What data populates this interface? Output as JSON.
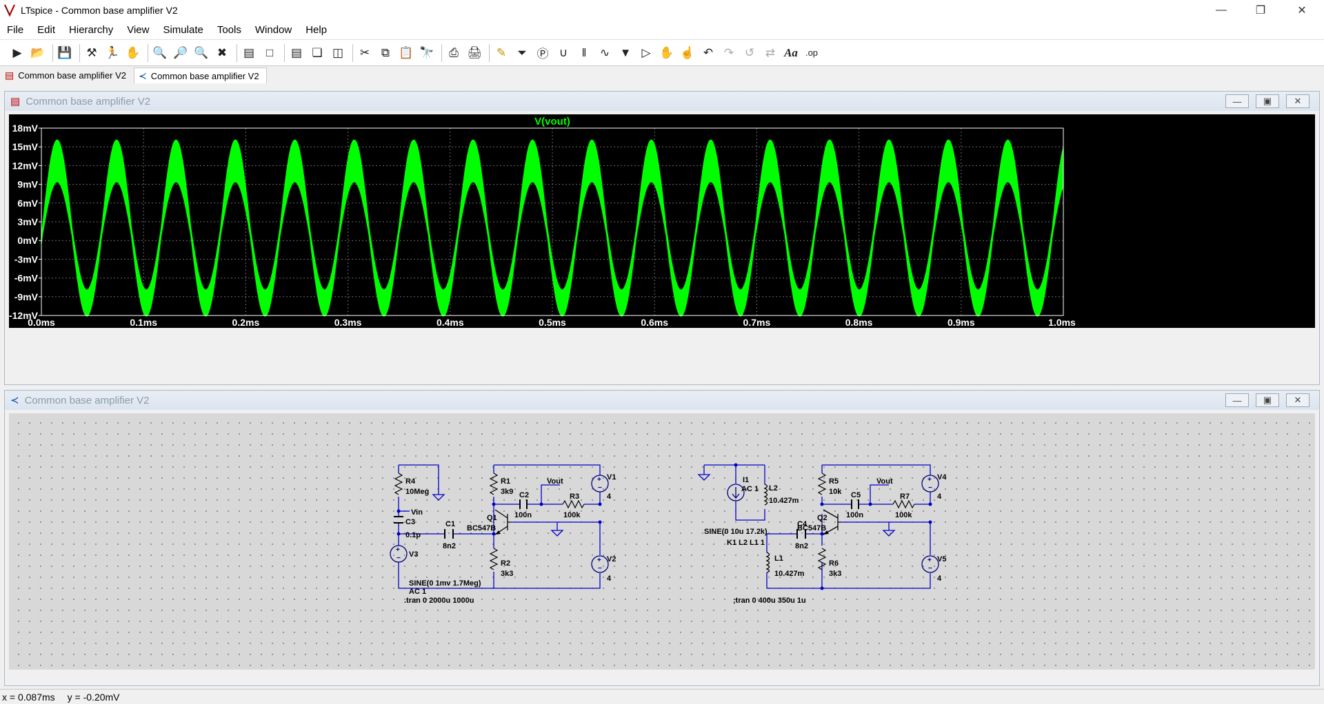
{
  "window": {
    "title": "LTspice - Common base amplifier V2"
  },
  "menu": [
    "File",
    "Edit",
    "Hierarchy",
    "View",
    "Simulate",
    "Tools",
    "Window",
    "Help"
  ],
  "toolbar": {
    "icons": [
      "run-icon",
      "open-icon",
      "save-icon",
      "control-panel-icon",
      "halt-icon",
      "pan-hand-icon",
      "zoom-in-icon",
      "zoom-back-icon",
      "zoom-out-icon",
      "zoom-fit-icon",
      "autorange-icon",
      "plot-settings-icon",
      "tile-horizontal-icon",
      "cascade-icon",
      "tile-vertical-icon",
      "cut-icon",
      "copy-icon",
      "paste-icon",
      "find-icon",
      "print-setup-icon",
      "print-icon",
      "draw-wire-icon",
      "ground-icon",
      "label-net-icon",
      "resistor-icon",
      "capacitor-icon",
      "inductor-icon",
      "diode-icon",
      "component-icon",
      "move-icon",
      "drag-icon",
      "undo-icon",
      "redo-icon",
      "rotate-icon",
      "mirror-icon",
      "text-icon",
      "spice-directive-icon"
    ],
    "op_label": ".op",
    "text_label": "Aa"
  },
  "tabs": [
    {
      "label": "Common base amplifier V2",
      "icon": "waveform-icon",
      "active": false
    },
    {
      "label": "Common base amplifier V2",
      "icon": "schematic-icon",
      "active": true
    }
  ],
  "plot_window": {
    "title": "Common base amplifier V2"
  },
  "schematic_window": {
    "title": "Common base amplifier V2"
  },
  "chart_data": {
    "type": "line",
    "title": "V(vout)",
    "series": [
      {
        "name": "V(vout)",
        "color": "#00ff00",
        "frequency_khz": 17.2,
        "upper_peak_outer": 15.5,
        "upper_peak_inner": 10,
        "lower_peak_outer": -11.5,
        "lower_peak_inner": -8.5
      }
    ],
    "x_ticks": [
      "0.0ms",
      "0.1ms",
      "0.2ms",
      "0.3ms",
      "0.4ms",
      "0.5ms",
      "0.6ms",
      "0.7ms",
      "0.8ms",
      "0.9ms",
      "1.0ms"
    ],
    "y_ticks": [
      "18mV",
      "15mV",
      "12mV",
      "9mV",
      "6mV",
      "3mV",
      "0mV",
      "-3mV",
      "-6mV",
      "-9mV",
      "-12mV"
    ],
    "xlim": [
      0,
      1.0
    ],
    "ylim": [
      -12,
      18
    ],
    "grid": true
  },
  "schematic": {
    "c1": {
      "R4": "R4",
      "R4v": "10Meg",
      "Vin": "Vin",
      "C3": "C3",
      "C3v": "0.1p",
      "V3": "V3",
      "V3v": "SINE(0 1mv 1.7Meg)",
      "V3ac": "AC 1",
      "C1": "C1",
      "C1v": "8n2",
      "R1": "R1",
      "R1v": "3k9",
      "C2": "C2",
      "C2v": "100n",
      "Vout": "Vout",
      "R3": "R3",
      "R3v": "100k",
      "Q1": "Q1",
      "Q1v": "BC547B",
      "R2": "R2",
      "R2v": "3k3",
      "V1": "V1",
      "V1v": "4",
      "V2": "V2",
      "V2v": "4",
      "tran": ".tran 0 2000u 1000u"
    },
    "c2": {
      "I1": "I1",
      "I1ac": "AC 1",
      "L2": "L2",
      "L2v": "10.427m",
      "I1v": "SINE(0 10u 17.2k)",
      "K1": "K1 L2 L1 1",
      "R5": "R5",
      "R5v": "10k",
      "C5": "C5",
      "C5v": "100n",
      "Vout": "Vout",
      "R7": "R7",
      "R7v": "100k",
      "Q2": "Q2",
      "Q2v": "BC547B",
      "C4": "C4",
      "C4v": "8n2",
      "L1": "L1",
      "L1v": "10.427m",
      "R6": "R6",
      "R6v": "3k3",
      "V4": "V4",
      "V4v": "4",
      "V5": "V5",
      "V5v": "4",
      "tran": ";tran 0 400u 350u 1u"
    }
  },
  "status": {
    "x": "x = 0.087ms",
    "y": "y = -0.20mV"
  }
}
